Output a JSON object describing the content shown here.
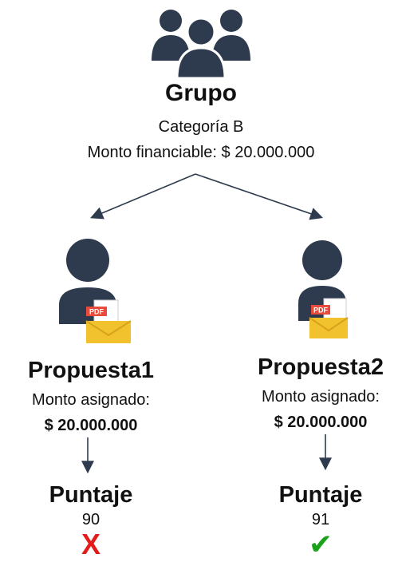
{
  "group": {
    "title": "Grupo",
    "category": "Categoría B",
    "amount_text": "Monto financiable: $ 20.000.000"
  },
  "proposals": [
    {
      "title": "Propuesta1",
      "amount_label": "Monto asignado:",
      "amount_value": "$ 20.000.000",
      "score_label": "Puntaje",
      "score": "90",
      "result_icon": "x-mark-icon",
      "result_symbol": "X",
      "result_color": "#e31b1b"
    },
    {
      "title": "Propuesta2",
      "amount_label": "Monto asignado:",
      "amount_value": "$ 20.000.000",
      "score_label": "Puntaje",
      "score": "91",
      "result_icon": "check-mark-icon",
      "result_symbol": "✔",
      "result_color": "#1aa31a"
    }
  ],
  "pdf_badge": "PDF",
  "colors": {
    "person": "#2e3b4e",
    "envelope": "#f2c12e",
    "pdf_red": "#e84b3c"
  }
}
